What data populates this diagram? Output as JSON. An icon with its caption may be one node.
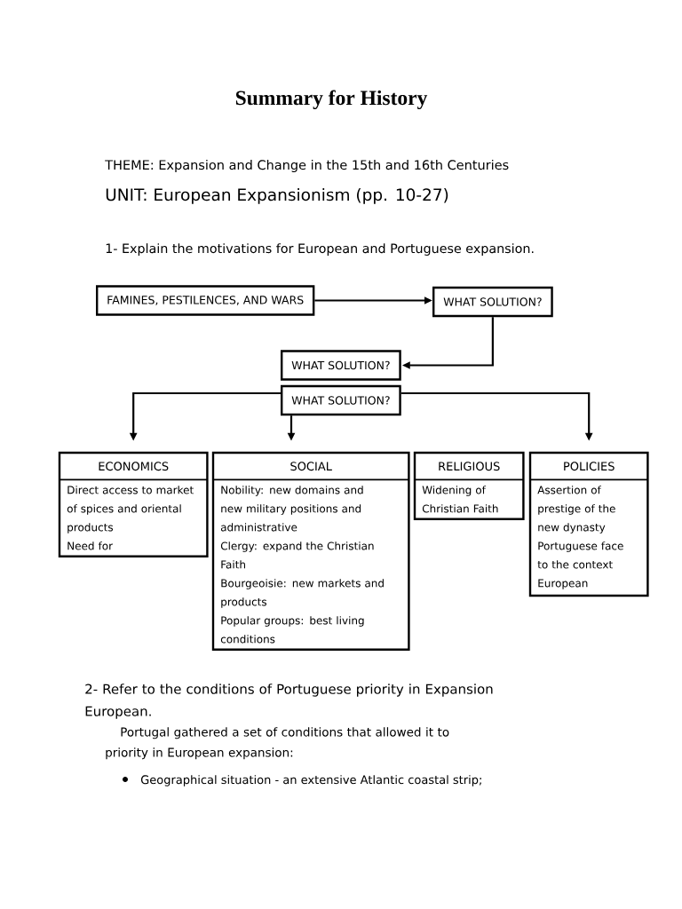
{
  "diagram": {
    "title": "Summary for History",
    "nodes": [
      {
        "text": [
          "FAMINES, PESTILENCES, AND WARS"
        ]
      },
      {
        "text": [
          "WHAT SOLUTION?"
        ]
      },
      {
        "text": [
          "WHAT SOLUTION?"
        ]
      },
      {
        "text": [
          "WHAT SOLUTION?"
        ]
      },
      {
        "text": [
          "ECONOMICS",
          "Direct access to market of spices and oriental products",
          "Need for"
        ]
      },
      {
        "text": [
          "SOCIAL",
          "Nobility: new domains and new military positions and administrative",
          "Clergy: expand the Christian Faith",
          "Bourgeoisie: new markets and products",
          "Popular groups: best living conditions"
        ]
      },
      {
        "text": [
          "RELIGIOUS",
          "Widening of Christian Faith"
        ]
      },
      {
        "text": [
          "POLICIES",
          "Assertion of prestige of the new dynasty",
          "Portuguese face to the context European"
        ]
      }
    ],
    "edges": [
      {
        "from": 0,
        "to": 1,
        "arrow": "to"
      },
      {
        "from": 1,
        "to": 2,
        "arrow": "to"
      },
      {
        "from": 3,
        "to": 4,
        "arrow": "to"
      },
      {
        "from": 3,
        "to": 5,
        "arrow": "to"
      },
      {
        "from": 3,
        "to": 7,
        "arrow": "to"
      }
    ],
    "labels": [
      "THEME: Expansion and Change in the 15th and 16th Centuries",
      "UNIT: European Expansionism (pp. 10-27)",
      "1- Explain the motivations for European and Portuguese expansion.",
      "2- Refer to the conditions of Portuguese priority in Expansion European.",
      "Portugal gathered a set of conditions that allowed it to priority in European expansion:",
      "Geographical situation - an extensive Atlantic coastal strip;"
    ]
  }
}
